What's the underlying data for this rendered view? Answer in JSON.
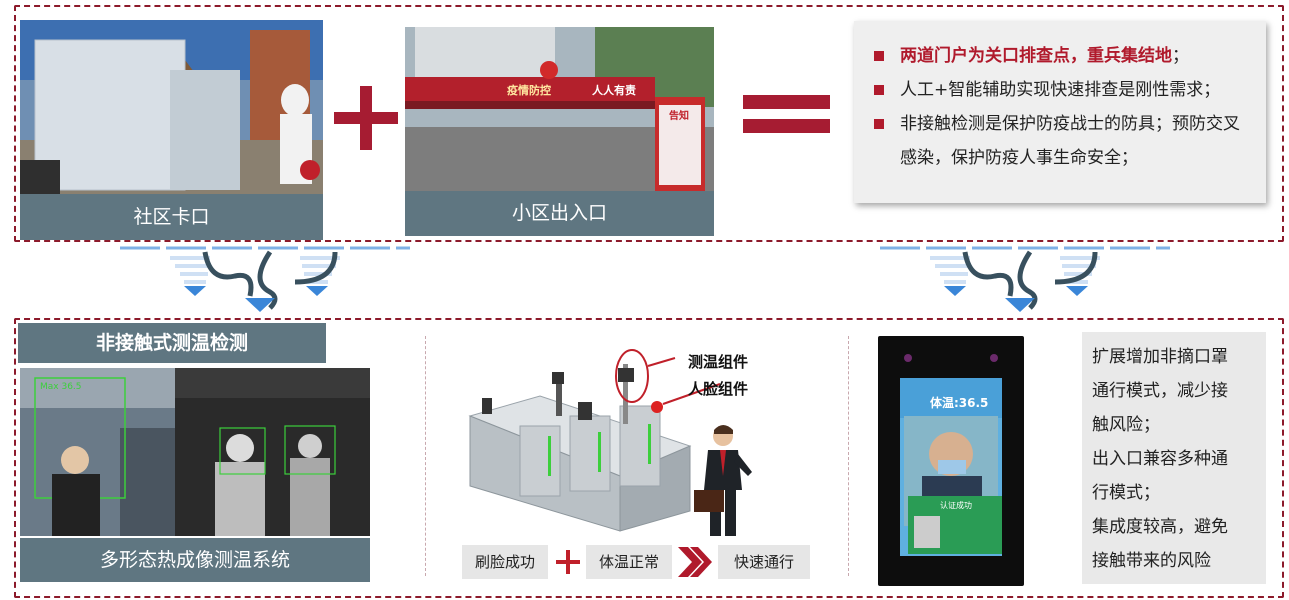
{
  "top": {
    "photo1_caption": "社区卡口",
    "photo2_caption": "小区出入口",
    "gate_sign_left": "疫情防控",
    "gate_sign_right": "人人有责",
    "notice_title": "告知",
    "bullets": [
      {
        "text": "两道门户为关口排查点，重兵集结地",
        "suffix": "；"
      },
      {
        "text": "人工+智能辅助实现快速排查是刚性需求；",
        "suffix": ""
      },
      {
        "text": "非接触检测是保护防疫战士的防具；预防交叉感染，保护防疫人事生命安全；",
        "suffix": ""
      }
    ]
  },
  "bottom": {
    "section_title": "非接触式测温检测",
    "thermal_caption": "多形态热成像测温系统",
    "thermal_readout": "Max 36.5",
    "callouts": {
      "temp": "测温组件",
      "face": "人脸组件"
    },
    "flow": {
      "step1": "刷脸成功",
      "step2": "体温正常",
      "step3": "快速通行"
    },
    "device": {
      "temperature": "体温:36.5",
      "status": "认证成功"
    },
    "right_lines": [
      "扩展增加非摘口罩",
      "通行模式，减少接",
      "触风险；",
      "出入口兼容多种通",
      "行模式；",
      "集成度较高，避免",
      "接触带来的风险"
    ]
  },
  "colors": {
    "accent": "#a61c32",
    "caption_bg": "#5f7681",
    "dashed_border": "#8c1a2b"
  }
}
